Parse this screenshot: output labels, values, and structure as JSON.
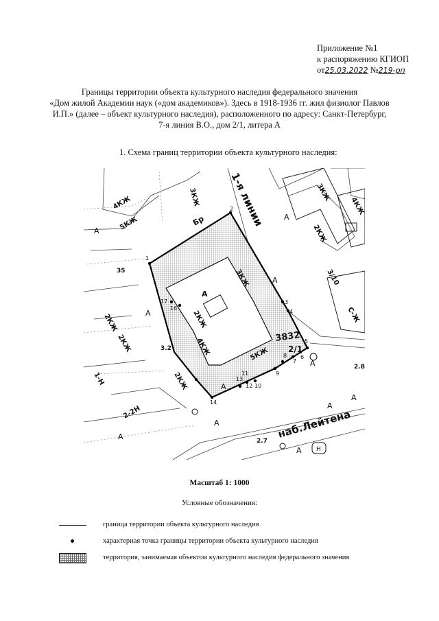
{
  "appendix": {
    "line1": "Приложение №1",
    "line2": "к распоряжению КГИОП",
    "date_prefix": "от",
    "date_value": "25.03.2022",
    "number_prefix": "№",
    "number_value": "219-рп"
  },
  "title": {
    "line1": "Границы территории объекта культурного наследия федерального значения",
    "line2": "«Дом жилой Академии наук («дом академиков»). Здесь в 1918-1936 гг. жил физиолог Павлов",
    "line3": "И.П.» (далее – объект культурного наследия), расположенного по адресу: Санкт-Петербург,",
    "line4": "7-я линия В.О., дом 2/1, литера А"
  },
  "section": {
    "heading": "1.   Схема границ территории объекта культурного наследия:"
  },
  "map": {
    "street_line": "1-я линии",
    "street_embankment": "наб.Лейтена",
    "parcel_number": "3832",
    "house_number": "2/1",
    "building_letter": "А",
    "floors_3": "3КЖ",
    "floors_2": "2КЖ",
    "floors_4": "4КЖ",
    "floors_5": "5КЖ",
    "floors_2_corner": "2КЖ",
    "other_2n": "2-2Н",
    "other_3n": "3/10",
    "other_c": "С-Ж",
    "other_1n": "1-Н",
    "letter_a": "А",
    "letter_br": "Бр",
    "letter_h": "Н",
    "elev_1": "35",
    "elev_2": "3.2",
    "elev_3": "2.8",
    "elev_4": "2.7",
    "point_labels": [
      "1",
      "2",
      "3",
      "4",
      "5",
      "6",
      "7",
      "8",
      "9",
      "10",
      "11",
      "12",
      "13",
      "14",
      "16",
      "17"
    ]
  },
  "scale": {
    "label": "Масштаб 1: 1000"
  },
  "legend": {
    "title": "Условные обозначения:",
    "items": [
      {
        "text": "граница территории объекта культурного наследия"
      },
      {
        "text": "характерная точка границы территории объекта культурного наследия"
      },
      {
        "text": "территория, занимаемая объектом культурного наследия федерального значения"
      }
    ]
  }
}
